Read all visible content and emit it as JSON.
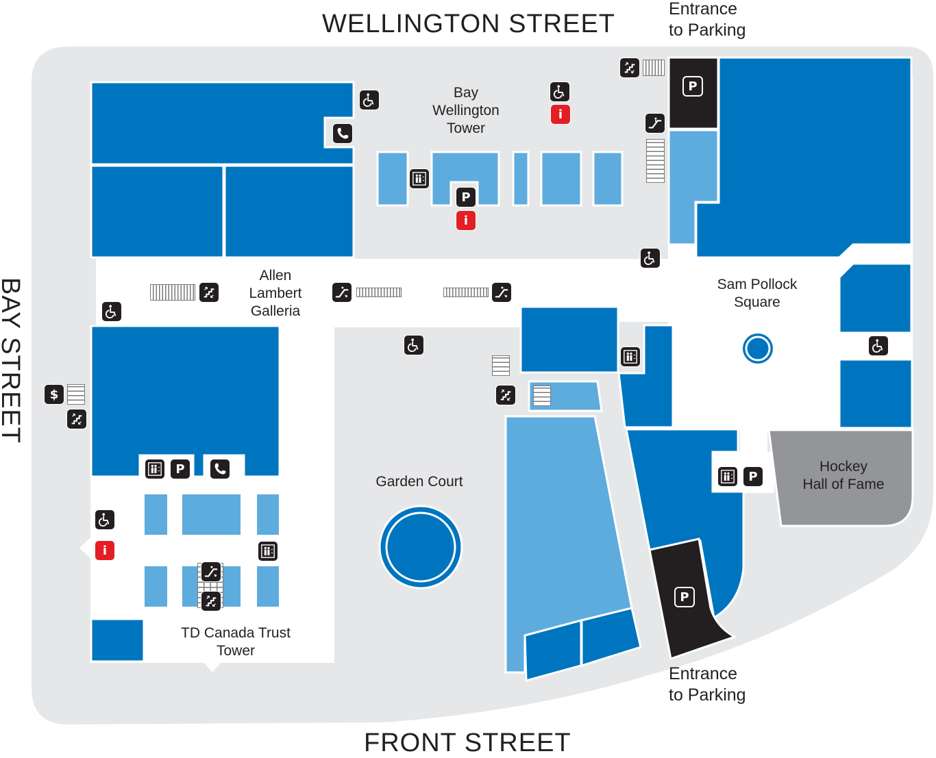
{
  "streets": {
    "north": "WELLINGTON STREET",
    "west": "BAY STREET",
    "south": "FRONT STREET"
  },
  "areas": {
    "bay_wellington_tower": [
      "Bay",
      "Wellington",
      "Tower"
    ],
    "allen_lambert_galleria": [
      "Allen",
      "Lambert",
      "Galleria"
    ],
    "sam_pollock_square": [
      "Sam Pollock",
      "Square"
    ],
    "garden_court": "Garden Court",
    "td_canada_trust_tower": [
      "TD Canada Trust",
      "Tower"
    ],
    "hockey_hall_of_fame": [
      "Hockey",
      "Hall of Fame"
    ]
  },
  "entrances": {
    "parking_north": [
      "Entrance",
      "to Parking"
    ],
    "parking_south": [
      "Entrance",
      "to Parking"
    ]
  },
  "icons": {
    "parking": "P",
    "info": "i",
    "atm": "$"
  },
  "colors": {
    "store_dark": "#0075bf",
    "store_light": "#5eacde",
    "concourse": "#e6e7e8",
    "walkway": "#ffffff",
    "parking": "#231f20",
    "hockey_hall": "#939598",
    "info_red": "#e31e24",
    "text": "#231f20"
  }
}
